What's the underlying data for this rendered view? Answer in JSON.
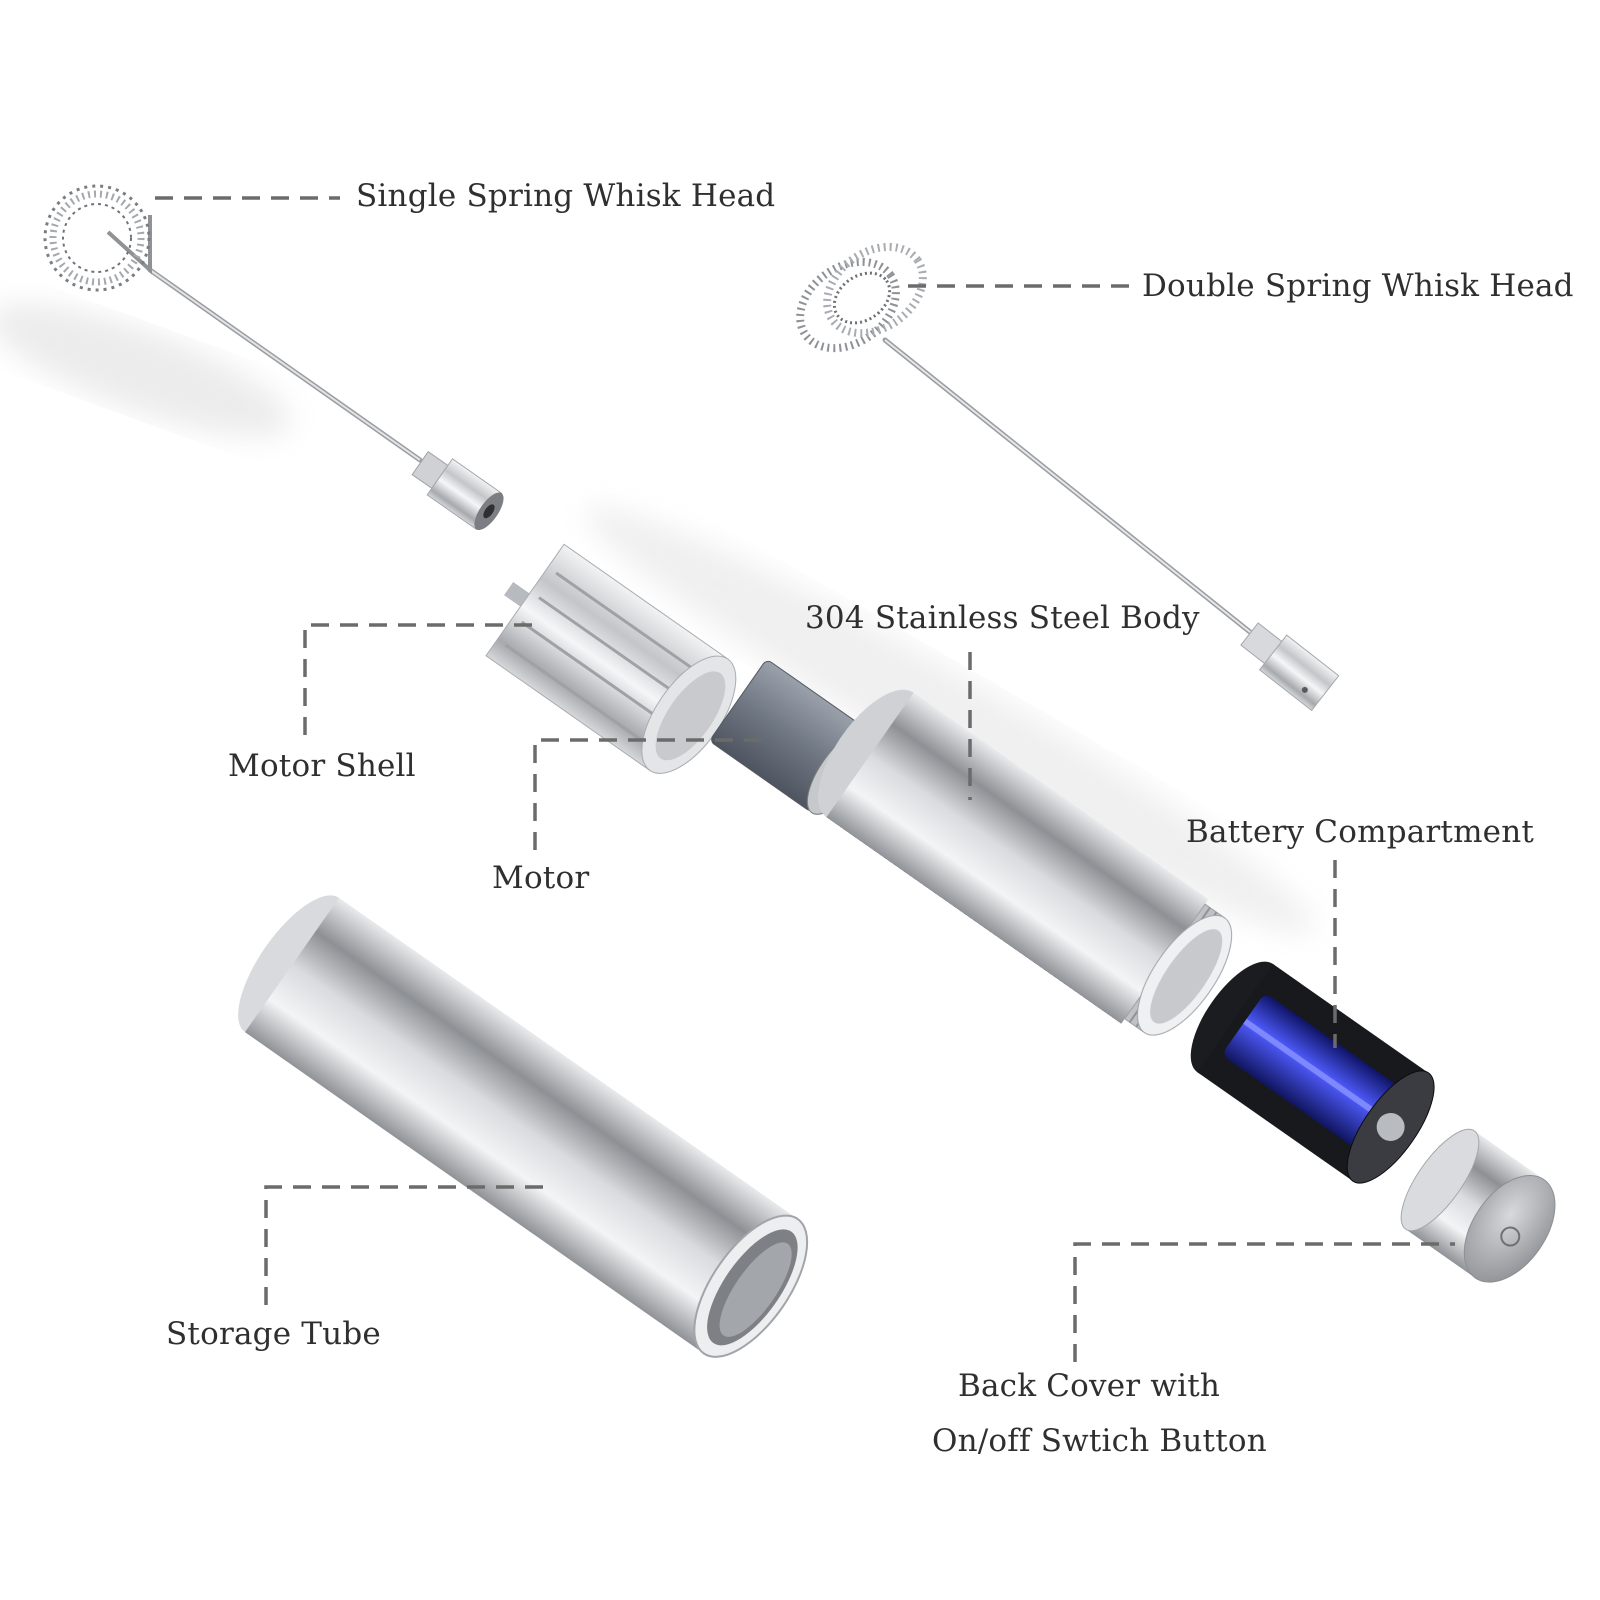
{
  "labels": {
    "single_spring_whisk_head": "Single Spring Whisk Head",
    "double_spring_whisk_head": "Double Spring Whisk Head",
    "stainless_steel_body": "304 Stainless Steel Body",
    "motor_shell": "Motor Shell",
    "motor": "Motor",
    "battery_compartment": "Battery Compartment",
    "storage_tube": "Storage Tube",
    "back_cover_line1": "Back Cover with",
    "back_cover_line2": "On/off Swtich Button"
  },
  "colors": {
    "background": "#ffffff",
    "label_text": "#2f2f2f",
    "leader_line": "#6b6b6b",
    "steel": "#b9bcc0",
    "battery_blue": "#2f3bd8"
  }
}
